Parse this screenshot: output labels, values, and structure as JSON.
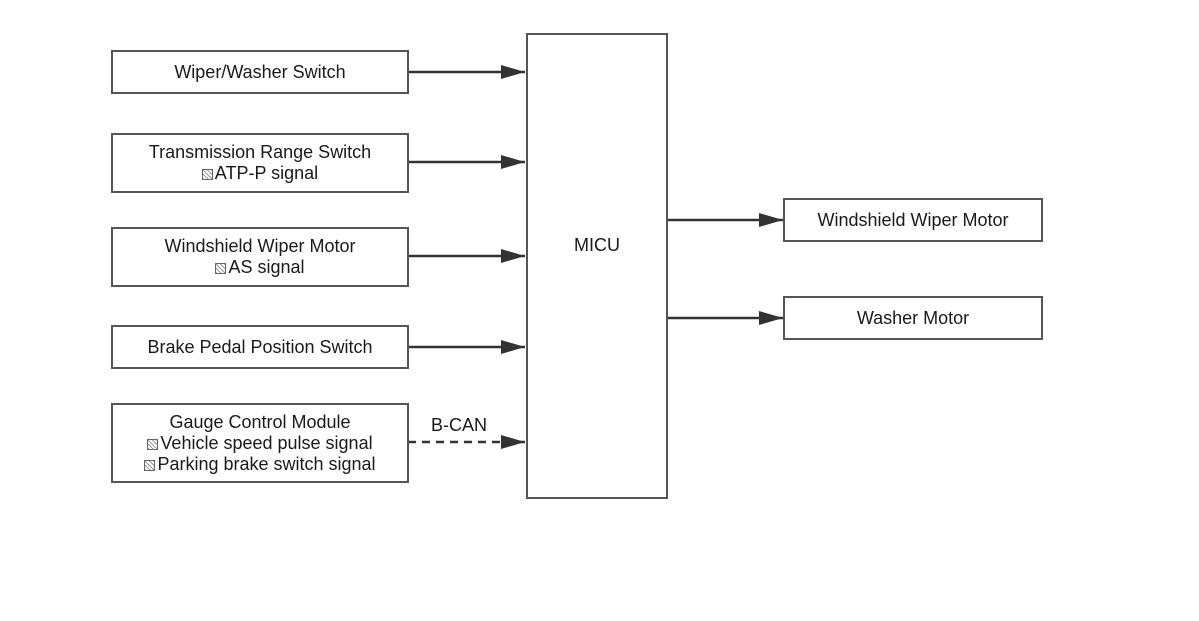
{
  "inputs": [
    {
      "lines": [
        "Wiper/Washer Switch"
      ]
    },
    {
      "lines": [
        "Transmission Range Switch",
        "ATP-P signal"
      ]
    },
    {
      "lines": [
        "Windshield Wiper Motor",
        "AS signal"
      ]
    },
    {
      "lines": [
        "Brake Pedal Position Switch"
      ]
    },
    {
      "lines": [
        "Gauge Control Module",
        "Vehicle speed pulse signal",
        "Parking brake switch signal"
      ]
    }
  ],
  "controller": {
    "label": "MICU"
  },
  "outputs": [
    {
      "label": "Windshield Wiper Motor"
    },
    {
      "label": "Washer Motor"
    }
  ],
  "connection_labels": {
    "bcan": "B-CAN"
  }
}
